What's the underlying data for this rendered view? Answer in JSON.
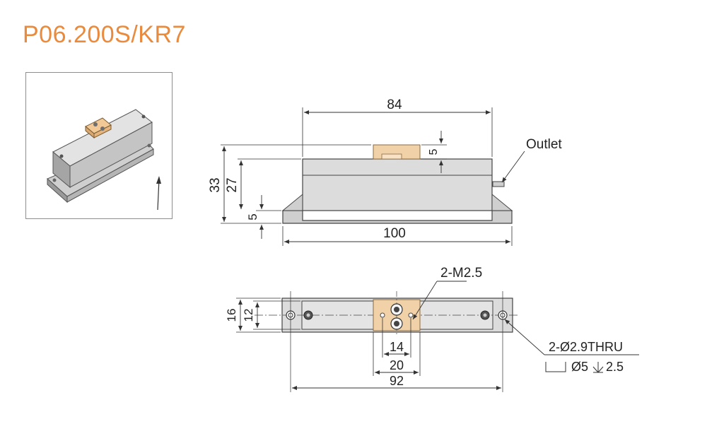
{
  "title": "P06.200S/KR7",
  "colors": {
    "title": "#e98a3d",
    "line": "#333333",
    "body": "#d9d9d9",
    "pad": "#f3cfa4"
  },
  "side_view": {
    "dim_width_top": "84",
    "dim_width_bottom": "100",
    "dim_height_total": "33",
    "dim_height_body": "27",
    "dim_flange": "5",
    "dim_pad": "5",
    "outlet_label": "Outlet"
  },
  "top_view": {
    "thread_label": "2-M2.5",
    "dim_outer_h": "16",
    "dim_inner_h": "12",
    "dim_hole_spacing": "14",
    "dim_pad_width": "20",
    "dim_hole_span": "92",
    "hole_note_line1": "2-Ø2.9THRU",
    "hole_note_line2": "Ø5",
    "hole_note_depth": "2.5"
  },
  "icons": [
    "arrow-up-icon",
    "counterbore-icon",
    "depth-icon"
  ]
}
